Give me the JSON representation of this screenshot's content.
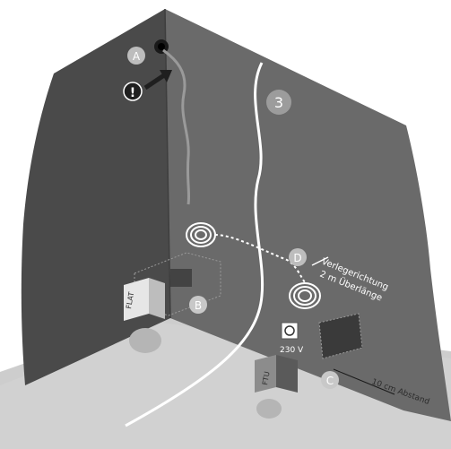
{
  "markers": {
    "a": "A",
    "b": "B",
    "c": "C",
    "d": "D",
    "step": "3",
    "warning": "!"
  },
  "labels": {
    "routing_line1": "Verlegerichtung",
    "routing_line2": "2 m Überlänge",
    "voltage": "230 V",
    "distance": "10 cm Abstand",
    "flat_device": "FLAT",
    "ftu_device": "FTU"
  },
  "colors": {
    "wall_left": "#4d4d4d",
    "wall_right": "#6b6b6b",
    "floor": "#cfcfcf",
    "cable": "#ffffff",
    "marker_fill": "#bdbdbd"
  }
}
